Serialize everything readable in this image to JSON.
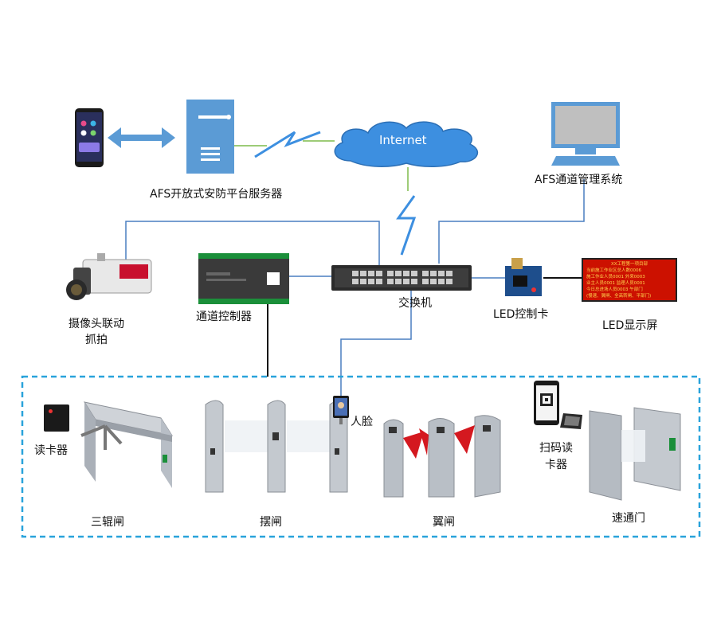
{
  "nodes": {
    "server": "AFS开放式安防平台服务器",
    "internet": "Internet",
    "mgmt": "AFS通道管理系统",
    "camera_line1": "摄像头联动",
    "camera_line2": "抓拍",
    "controller": "通道控制器",
    "switch": "交换机",
    "led_card": "LED控制卡",
    "led_screen": "LED显示屏"
  },
  "led_screen_text": [
    "XX工程第一项目部",
    "当前施工作业区总人数0006",
    "施工作业人员0001  外来0003",
    "业主人员0001  监理人员0001",
    "今日总进场人员0003  午部门",
    "(慢速、翼闸、全高转闸、平部门)"
  ],
  "gates": {
    "card_reader": "读卡器",
    "tripod": "三辊闸",
    "swing": "摆闸",
    "face": "人脸",
    "flap": "翼闸",
    "qr_reader_line1": "扫码读",
    "qr_reader_line2": "卡器",
    "speed": "速通门"
  },
  "colors": {
    "wire": "#4a7fc1",
    "wire_dark": "#111111",
    "wire_green": "#7dbb4a",
    "dashed_box": "#29a3db",
    "server_blue": "#5b9bd5",
    "cloud_blue": "#3d8fe0",
    "led_red": "#cc1100"
  }
}
